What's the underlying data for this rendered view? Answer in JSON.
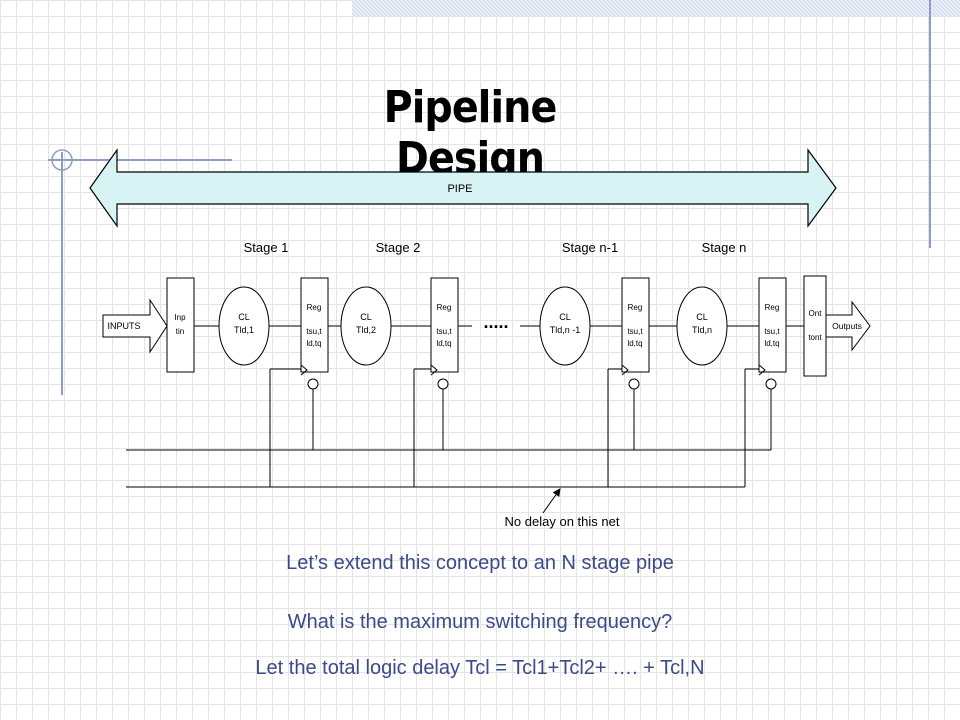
{
  "slide": {
    "title": "Pipeline Design",
    "lines": [
      "Let’s extend this concept to an N stage pipe",
      "What is the maximum switching frequency?",
      "Let the total logic delay  Tcl = Tcl1+Tcl2+ …. + Tcl,N"
    ]
  },
  "diagram": {
    "pipe_label": "PIPE",
    "stage_labels": [
      "Stage 1",
      "Stage 2",
      "Stage n-1",
      "Stage n"
    ],
    "inputs_label": "INPUTS",
    "outputs_label": "Outputs",
    "input_register": [
      "Inp",
      "tin"
    ],
    "output_register": [
      "Ont",
      "tont"
    ],
    "cl_blocks": [
      {
        "name": "CL",
        "delay": "Tld,1"
      },
      {
        "name": "CL",
        "delay": "Tld,2"
      },
      {
        "name": "CL",
        "delay": "Tld,n -1"
      },
      {
        "name": "CL",
        "delay": "Tld,n"
      }
    ],
    "registers": [
      {
        "name": "Reg",
        "timing1": "tsu,t",
        "timing2": "ld,tq"
      },
      {
        "name": "Reg",
        "timing1": "tsu,t",
        "timing2": "ld,tq"
      },
      {
        "name": "Reg",
        "timing1": "tsu,t",
        "timing2": "ld,tq"
      },
      {
        "name": "Reg",
        "timing1": "tsu,t",
        "timing2": "ld,tq"
      }
    ],
    "ellipsis": ".....",
    "annotation": "No delay on this net"
  }
}
